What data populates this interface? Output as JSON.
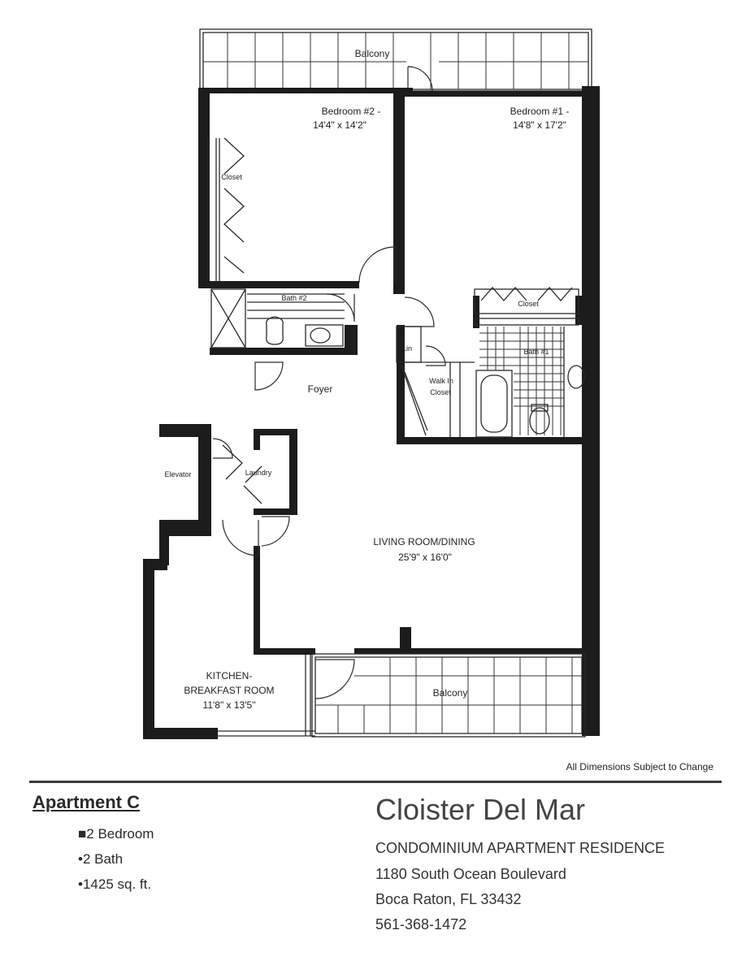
{
  "plan": {
    "rooms": {
      "balcony_top": "Balcony",
      "bedroom2_name": "Bedroom #2 -",
      "bedroom2_size": "14'4\" x 14'2\"",
      "bedroom1_name": "Bedroom #1 -",
      "bedroom1_size": "14'8\" x 17'2\"",
      "closet_bed2": "Closet",
      "closet_bed1": "Closet",
      "bath2": "Bath #2",
      "bath1": "Bath #1",
      "lin": "Lin",
      "walkin_line1": "Walk In",
      "walkin_line2": "Closet",
      "foyer": "Foyer",
      "elevator": "Elevator",
      "laundry": "Laundry",
      "living_name": "LIVING ROOM/DINING",
      "living_size": "25'9\" x 16'0\"",
      "kitchen_line1": "KITCHEN-",
      "kitchen_line2": "BREAKFAST ROOM",
      "kitchen_size": "11'8\" x 13'5\"",
      "balcony_bottom": "Balcony"
    }
  },
  "disclaimer": "All Dimensions Subject to Change",
  "apartment": {
    "title": "Apartment  C",
    "features": [
      {
        "bullet": "■",
        "text": "2 Bedroom"
      },
      {
        "bullet": "•",
        "text": "2 Bath"
      },
      {
        "bullet": "•",
        "text": "1425 sq. ft."
      }
    ]
  },
  "building": {
    "name": "Cloister Del Mar",
    "subtitle": "CONDOMINIUM APARTMENT RESIDENCE",
    "address_line1": "1180 South Ocean Boulevard",
    "address_line2": "Boca Raton, FL 33432",
    "phone": "561-368-1472"
  }
}
